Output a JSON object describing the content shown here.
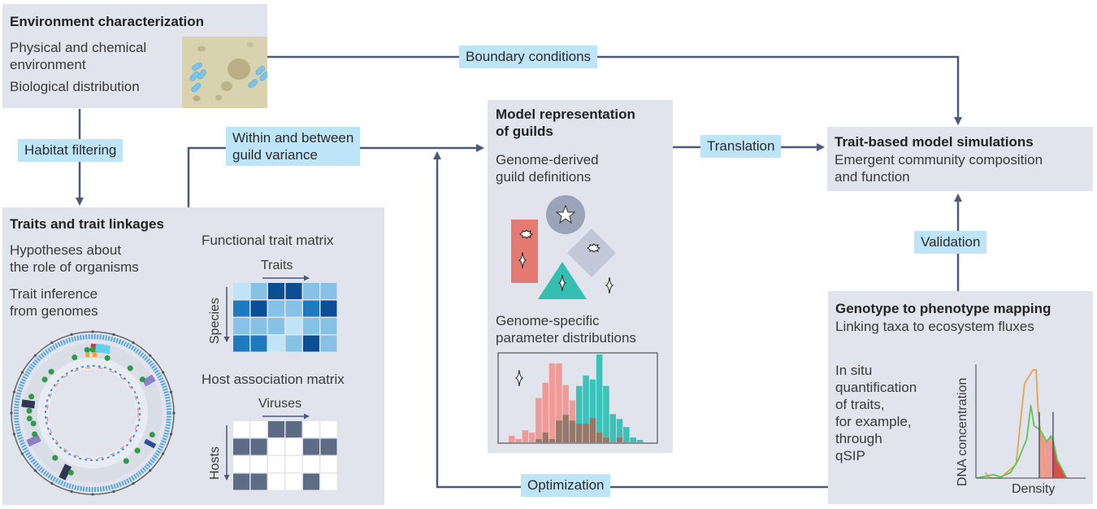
{
  "colors": {
    "panel": "#e1e4ec",
    "label_bg": "#bde4f7",
    "arrow": "#4a5a78",
    "trait_lightest": "#bfe3f7",
    "trait_light": "#86c2e6",
    "trait_medium": "#1d7abf",
    "trait_dark": "#0b4e94",
    "host_filled": "#5e6b85",
    "host_empty": "#ffffff",
    "guild_red": "#e57a72",
    "guild_teal": "#35bfb2",
    "guild_circle": "#9aa3b8",
    "guild_diamond": "#c3c8d8",
    "hist_red": "#ef9a96",
    "hist_teal": "#3cc2b8",
    "hist_overlap": "#9b7666",
    "qsip_orange": "#e3a64a",
    "qsip_green": "#5ec855",
    "qsip_fill_light": "#ef9a9a",
    "qsip_fill_dark": "#d9504a"
  },
  "environment": {
    "title": "Environment characterization",
    "line1": "Physical and chemical",
    "line2": "environment",
    "line3": "Biological distribution",
    "image": "soil-particles-with-microbes"
  },
  "traits": {
    "title": "Traits and trait linkages",
    "hyp1": "Hypotheses about",
    "hyp2": "the role of organisms",
    "inf1": "Trait inference",
    "inf2": "from genomes",
    "functional_matrix": {
      "title": "Functional trait matrix",
      "col_axis": "Traits",
      "row_axis": "Species",
      "cells": [
        [
          "lightest",
          "light",
          "dark",
          "dark",
          "light",
          "light"
        ],
        [
          "medium",
          "dark",
          "light",
          "light",
          "medium",
          "dark"
        ],
        [
          "light",
          "light",
          "light",
          "lightest",
          "light",
          "light"
        ],
        [
          "medium",
          "medium",
          "lightest",
          "light",
          "dark",
          "light"
        ]
      ]
    },
    "host_matrix": {
      "title": "Host association matrix",
      "col_axis": "Viruses",
      "row_axis": "Hosts",
      "cells": [
        [
          0,
          0,
          1,
          1,
          0,
          0
        ],
        [
          1,
          1,
          0,
          0,
          1,
          1
        ],
        [
          0,
          0,
          0,
          0,
          0,
          0
        ],
        [
          1,
          1,
          0,
          0,
          1,
          0
        ]
      ]
    },
    "genome_plot": "circular-genome-map"
  },
  "guilds": {
    "title1": "Model representation",
    "title2": "of guilds",
    "def1": "Genome-derived",
    "def2": "guild definitions",
    "dist1": "Genome-specific",
    "dist2": "parameter distributions",
    "histogram": {
      "red_counts": [
        8,
        4,
        15,
        12,
        55,
        74,
        98,
        98,
        71,
        52,
        23,
        23,
        30,
        12,
        6,
        0,
        6,
        0,
        0,
        0
      ],
      "teal_counts": [
        0,
        0,
        0,
        0,
        4,
        12,
        4,
        27,
        34,
        27,
        70,
        83,
        78,
        109,
        70,
        35,
        29,
        19,
        6,
        3
      ],
      "overlap_counts": [
        0,
        0,
        0,
        0,
        4,
        12,
        4,
        27,
        34,
        27,
        23,
        23,
        30,
        12,
        6,
        0,
        6,
        0,
        0,
        0
      ],
      "max": 110
    }
  },
  "simulations": {
    "title": "Trait-based model simulations",
    "line1": "Emergent community composition",
    "line2": "and function"
  },
  "genotype": {
    "title": "Genotype to phenotype mapping",
    "subtitle": "Linking taxa to ecosystem fluxes",
    "desc": [
      "In situ",
      "quantification",
      "of traits,",
      "for example,",
      "through",
      "qSIP"
    ],
    "chart": {
      "xlabel": "Density",
      "ylabel": "DNA concentration",
      "orange": [
        [
          0.09,
          0.05
        ],
        [
          0.13,
          0.0
        ],
        [
          0.23,
          0.0
        ],
        [
          0.38,
          0.12
        ],
        [
          0.46,
          0.83
        ],
        [
          0.54,
          0.95
        ],
        [
          0.57,
          0.95
        ],
        [
          0.59,
          0.57
        ],
        [
          0.64,
          0.19
        ],
        [
          0.67,
          0.0
        ]
      ],
      "green": [
        [
          0.0,
          0.0
        ],
        [
          0.17,
          0.03
        ],
        [
          0.23,
          0.01
        ],
        [
          0.33,
          0.05
        ],
        [
          0.4,
          0.16
        ],
        [
          0.48,
          0.34
        ],
        [
          0.52,
          0.64
        ],
        [
          0.55,
          0.46
        ],
        [
          0.61,
          0.42
        ],
        [
          0.67,
          0.32
        ],
        [
          0.71,
          0.37
        ],
        [
          0.73,
          0.34
        ],
        [
          0.77,
          0.16
        ],
        [
          0.86,
          0.0
        ]
      ],
      "marker_lines": [
        0.6,
        0.73
      ]
    }
  },
  "connectors": {
    "habitat": "Habitat filtering",
    "variance1": "Within and between",
    "variance2": "guild variance",
    "boundary": "Boundary conditions",
    "translation": "Translation",
    "validation": "Validation",
    "optimization": "Optimization"
  }
}
